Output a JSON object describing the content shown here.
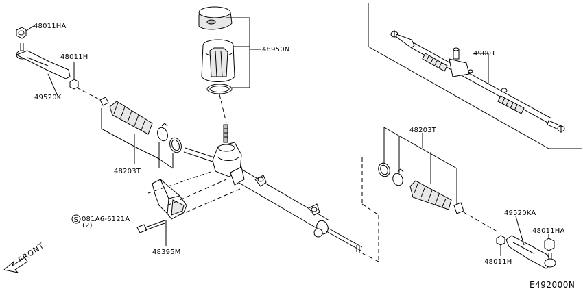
{
  "labels": {
    "p48011HA_left": "48011HA",
    "p48011H_left": "48011H",
    "p49520K": "49520K",
    "p48950N": "48950N",
    "p49001": "49001",
    "p48203T_left": "48203T",
    "p48203T_right": "48203T",
    "p08A1A6": "081A6-6121A",
    "p08A1A6_qty": "(2)",
    "p48395M": "48395M",
    "p49520KA": "49520KA",
    "p48011HA_right": "48011HA",
    "p48011H_right": "48011H",
    "front": "FRONT",
    "code": "E492000N"
  },
  "symbols": {
    "standard_part_icon": "circled-s-icon",
    "front_arrow_icon": "arrow-icon"
  }
}
